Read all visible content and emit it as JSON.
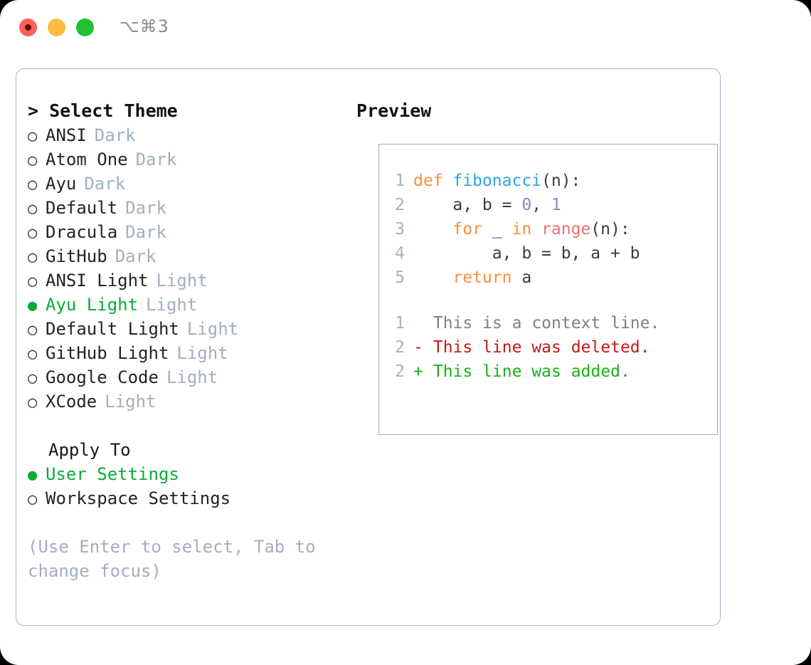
{
  "window": {
    "shortcut": "⌥⌘3",
    "traffic_lights": [
      {
        "name": "close",
        "color": "#fc6058"
      },
      {
        "name": "minimize",
        "color": "#fdbc40"
      },
      {
        "name": "zoom",
        "color": "#21c134"
      }
    ]
  },
  "left": {
    "header": "> Select Theme",
    "prompt_symbol": ">",
    "themes": [
      {
        "marker": "○",
        "name": "ANSI",
        "category": "Dark",
        "selected": false
      },
      {
        "marker": "○",
        "name": "Atom One",
        "category": "Dark",
        "selected": false
      },
      {
        "marker": "○",
        "name": "Ayu",
        "category": "Dark",
        "selected": false
      },
      {
        "marker": "○",
        "name": "Default",
        "category": "Dark",
        "selected": false
      },
      {
        "marker": "○",
        "name": "Dracula",
        "category": "Dark",
        "selected": false
      },
      {
        "marker": "○",
        "name": "GitHub",
        "category": "Dark",
        "selected": false
      },
      {
        "marker": "○",
        "name": "ANSI Light",
        "category": "Light",
        "selected": false
      },
      {
        "marker": "●",
        "name": "Ayu Light",
        "category": "Light",
        "selected": true
      },
      {
        "marker": "○",
        "name": "Default Light",
        "category": "Light",
        "selected": false
      },
      {
        "marker": "○",
        "name": "GitHub Light",
        "category": "Light",
        "selected": false
      },
      {
        "marker": "○",
        "name": "Google Code",
        "category": "Light",
        "selected": false
      },
      {
        "marker": "○",
        "name": "XCode",
        "category": "Light",
        "selected": false
      }
    ],
    "apply_to": {
      "header": "Apply To",
      "options": [
        {
          "marker": "●",
          "label": "User Settings",
          "selected": true
        },
        {
          "marker": "○",
          "label": "Workspace Settings",
          "selected": false
        }
      ]
    },
    "hint": "(Use Enter to select, Tab to change focus)"
  },
  "right": {
    "header": "Preview",
    "code_lines": [
      {
        "number": "1",
        "tokens": [
          {
            "text": "def ",
            "style": "keyword"
          },
          {
            "text": "fibonacci",
            "style": "func"
          },
          {
            "text": "(n):",
            "style": "plain"
          }
        ]
      },
      {
        "number": "2",
        "tokens": [
          {
            "text": "    a, b = ",
            "style": "plain"
          },
          {
            "text": "0",
            "style": "num"
          },
          {
            "text": ", ",
            "style": "plain"
          },
          {
            "text": "1",
            "style": "num"
          }
        ]
      },
      {
        "number": "3",
        "tokens": [
          {
            "text": "    ",
            "style": "plain"
          },
          {
            "text": "for",
            "style": "keyword"
          },
          {
            "text": " _ ",
            "style": "plain"
          },
          {
            "text": "in",
            "style": "keyword"
          },
          {
            "text": " ",
            "style": "plain"
          },
          {
            "text": "range",
            "style": "builtin"
          },
          {
            "text": "(n):",
            "style": "plain"
          }
        ]
      },
      {
        "number": "4",
        "tokens": [
          {
            "text": "        a, b = b, a + b",
            "style": "plain"
          }
        ]
      },
      {
        "number": "5",
        "tokens": [
          {
            "text": "    ",
            "style": "plain"
          },
          {
            "text": "return",
            "style": "keyword"
          },
          {
            "text": " a",
            "style": "plain"
          }
        ]
      }
    ],
    "diff_lines": [
      {
        "number": "1",
        "marker": " ",
        "text": " This is a context line.",
        "kind": "context"
      },
      {
        "number": "2",
        "marker": "-",
        "text": " This line was deleted.",
        "kind": "deleted"
      },
      {
        "number": "2",
        "marker": "+",
        "text": " This line was added.",
        "kind": "added"
      }
    ]
  },
  "colors": {
    "accent_green": "#0bab39",
    "muted_blue_gray": "#a2afbf",
    "border": "#a9b4c4",
    "keyword": "#fa8d3e",
    "function": "#2ba6e0",
    "number": "#a37acc",
    "builtin": "#f07171",
    "diff_deleted": "#c41a16",
    "diff_added": "#17b317",
    "diff_context": "#808080"
  }
}
